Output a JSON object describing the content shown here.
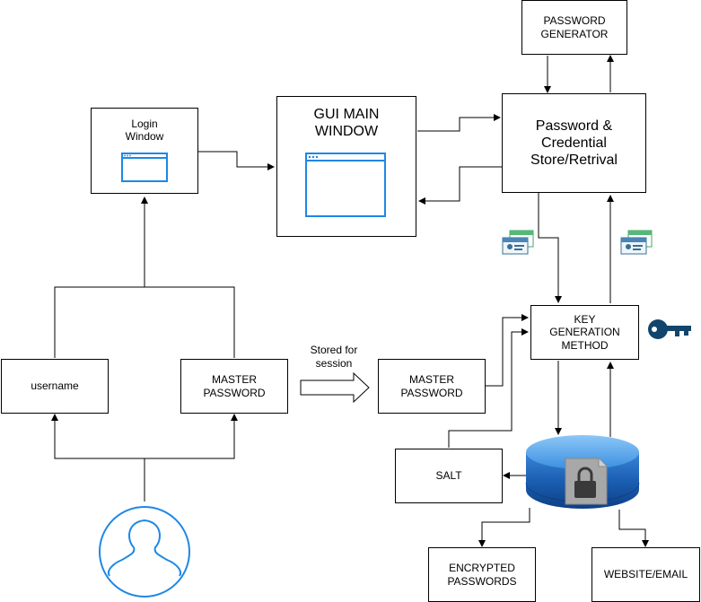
{
  "boxes": {
    "password_generator": "PASSWORD\nGENERATOR",
    "login_window": "Login\nWindow",
    "gui_main_window": "GUI MAIN\nWINDOW",
    "credential_store": "Password &\nCredential\nStore/Retrival",
    "username": "username",
    "master_password_left": "MASTER\nPASSWORD",
    "master_password_right": "MASTER\nPASSWORD",
    "key_generation": "KEY\nGENERATION\nMETHOD",
    "salt": "SALT",
    "encrypted_passwords": "ENCRYPTED\nPASSWORDS",
    "website_email": "WEBSITE/EMAIL"
  },
  "labels": {
    "stored_for_session": "Stored for\nsession"
  },
  "icons": {
    "window": "browser-window-icon",
    "credentials": "id-card-icon",
    "key": "key-icon",
    "database": "locked-database-icon",
    "user": "user-avatar-icon"
  },
  "colors": {
    "window_blue": "#1e88e5",
    "key_navy": "#12456b",
    "db_top": "#6fb5f0",
    "db_body": "#1a5fb4",
    "user_blue": "#1e88e5"
  }
}
